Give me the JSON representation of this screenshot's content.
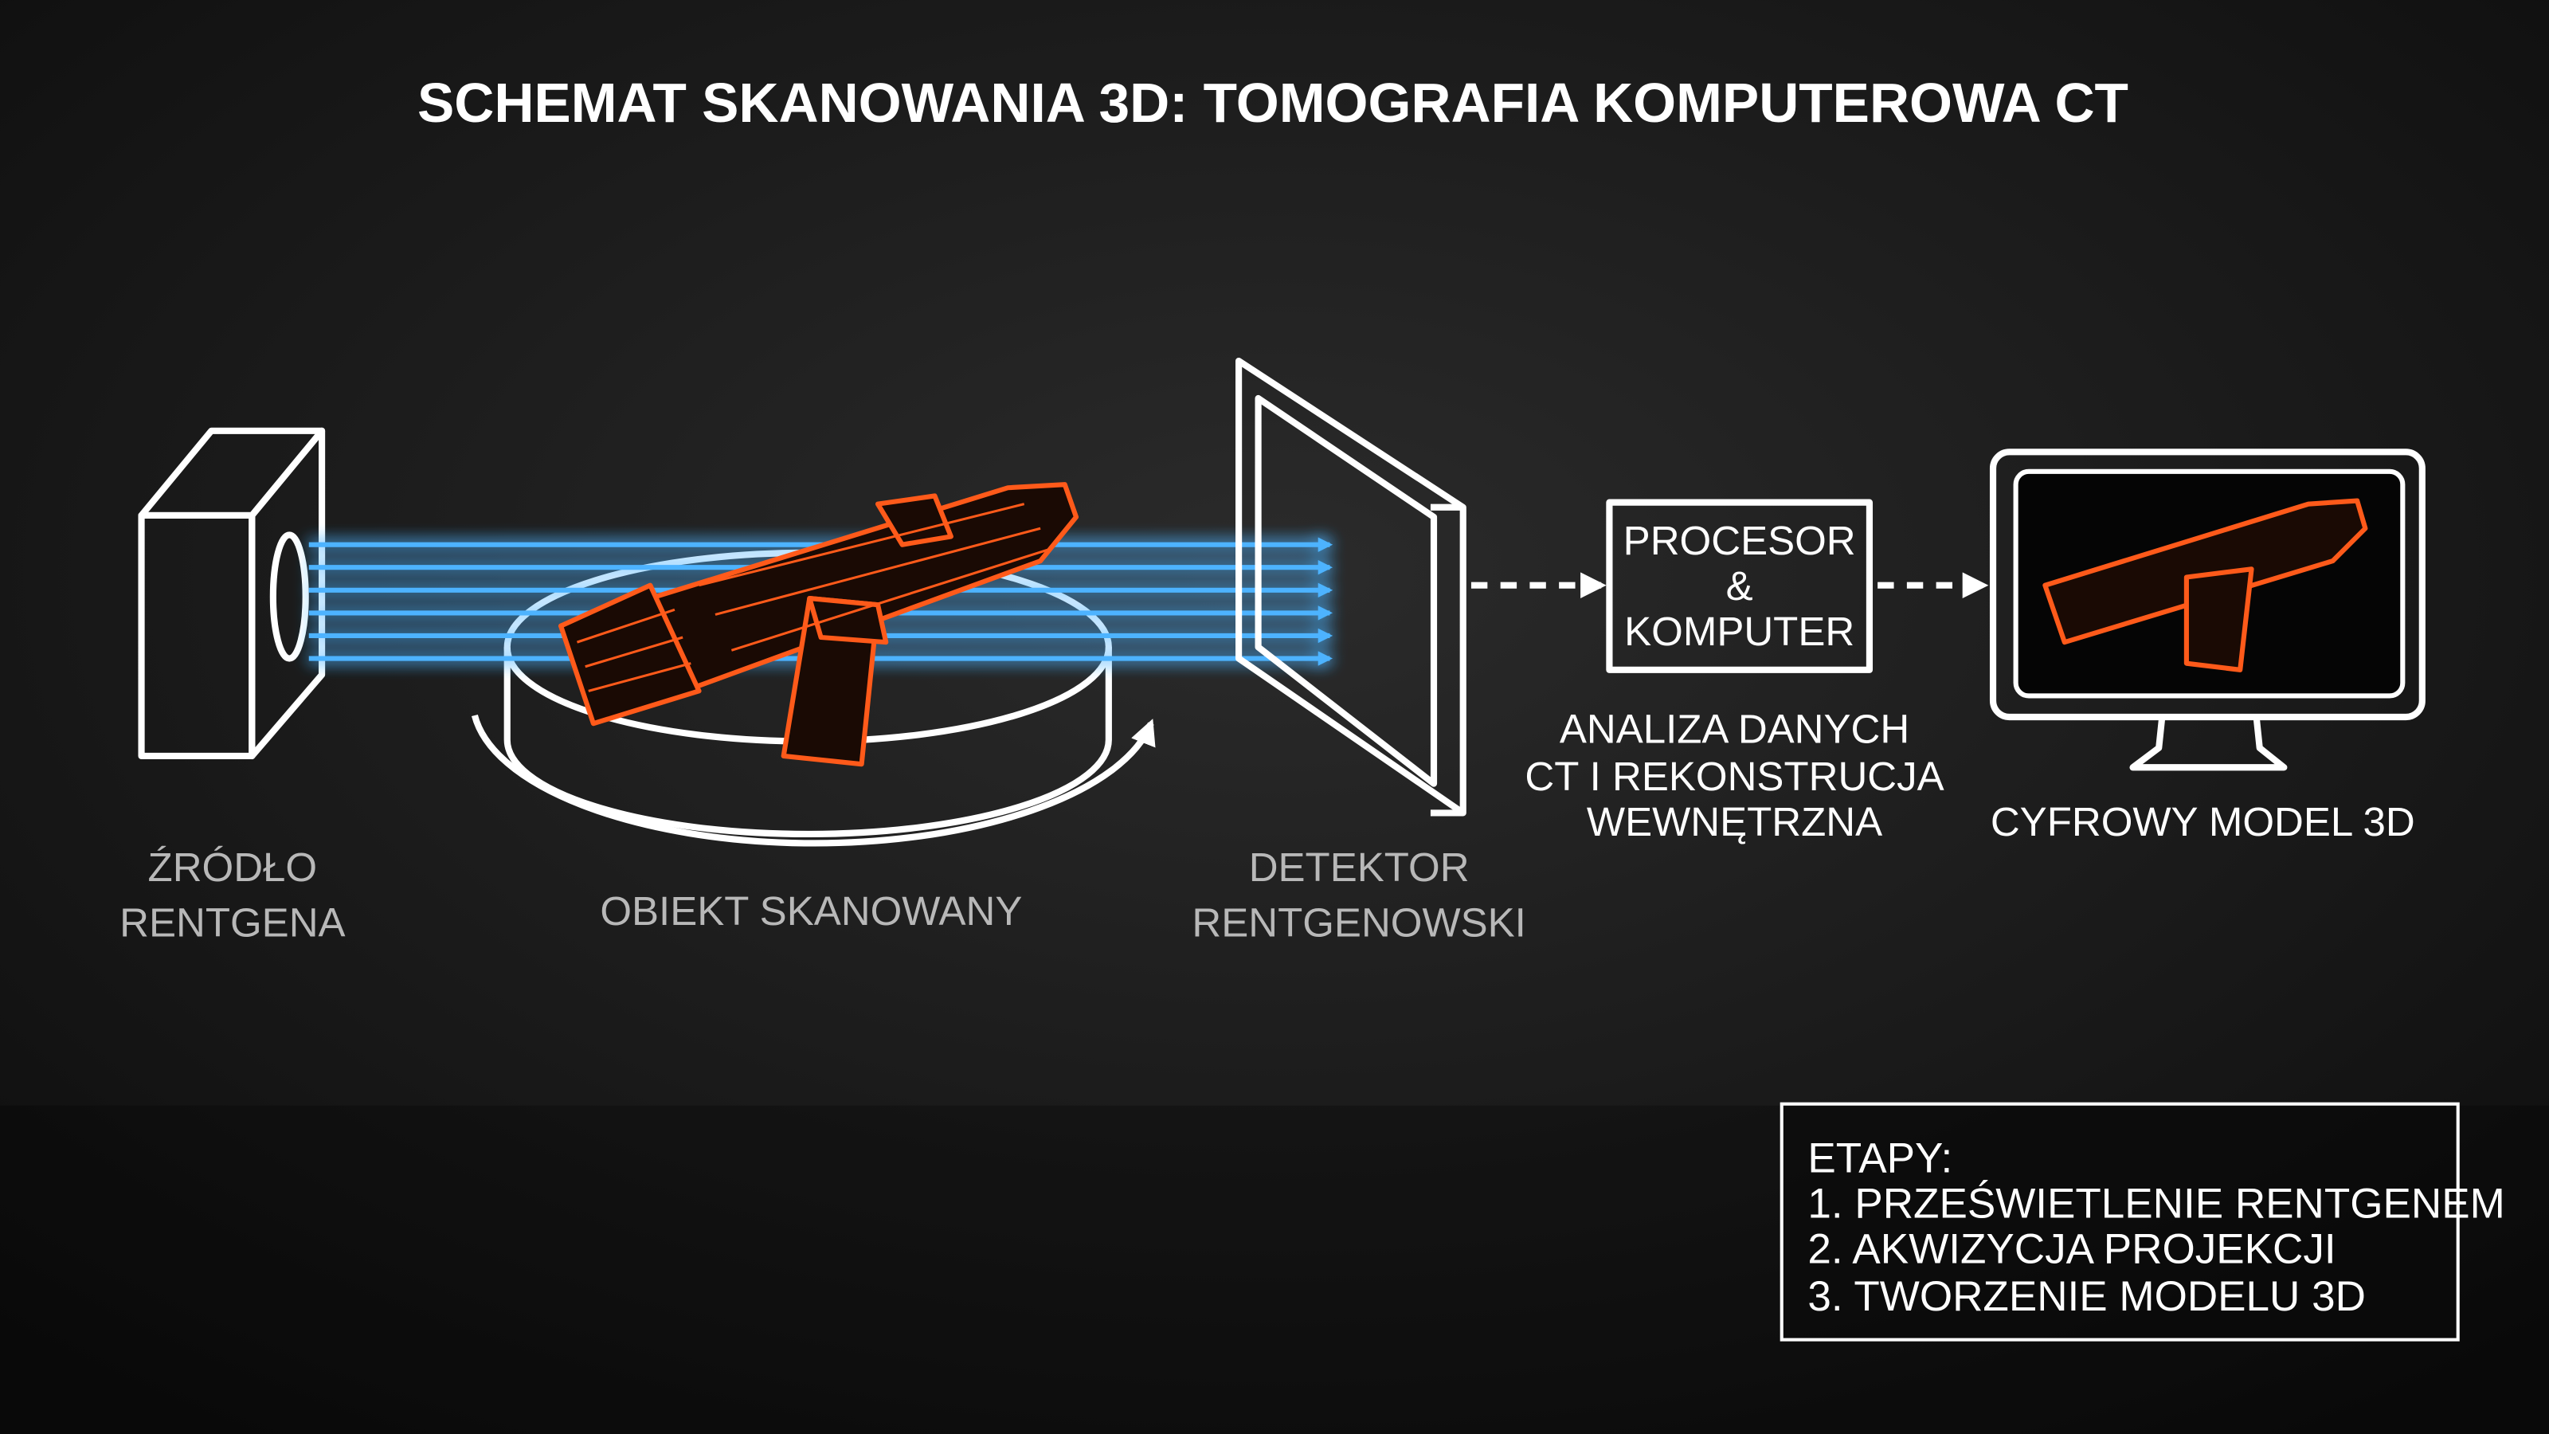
{
  "title": "SCHEMAT SKANOWANIA 3D: TOMOGRAFIA KOMPUTEROWA CT",
  "labels": {
    "source": [
      "ŹRÓDŁO",
      "RENTGENA"
    ],
    "object": "OBIEKT SKANOWANY",
    "detector": [
      "DETEKTOR",
      "RENTGENOWSKI"
    ],
    "processor": [
      "PROCESOR",
      "&",
      "KOMPUTER"
    ],
    "analysis": [
      "ANALIZA DANYCH",
      "CT I REKONSTRUCJA",
      "WEWNĘTRZNA"
    ],
    "model": "CYFROWY MODEL 3D"
  },
  "stages": {
    "heading": "ETAPY:",
    "items": [
      "1. PRZEŚWIETLENIE RENTGENEM",
      "2. AKWIZYCJA PROJEKCJI",
      "3. TWORZENIE MODELU 3D"
    ]
  },
  "colors": {
    "beam": "#4db3ff",
    "object": "#ff5a1a",
    "background": "#151515"
  }
}
